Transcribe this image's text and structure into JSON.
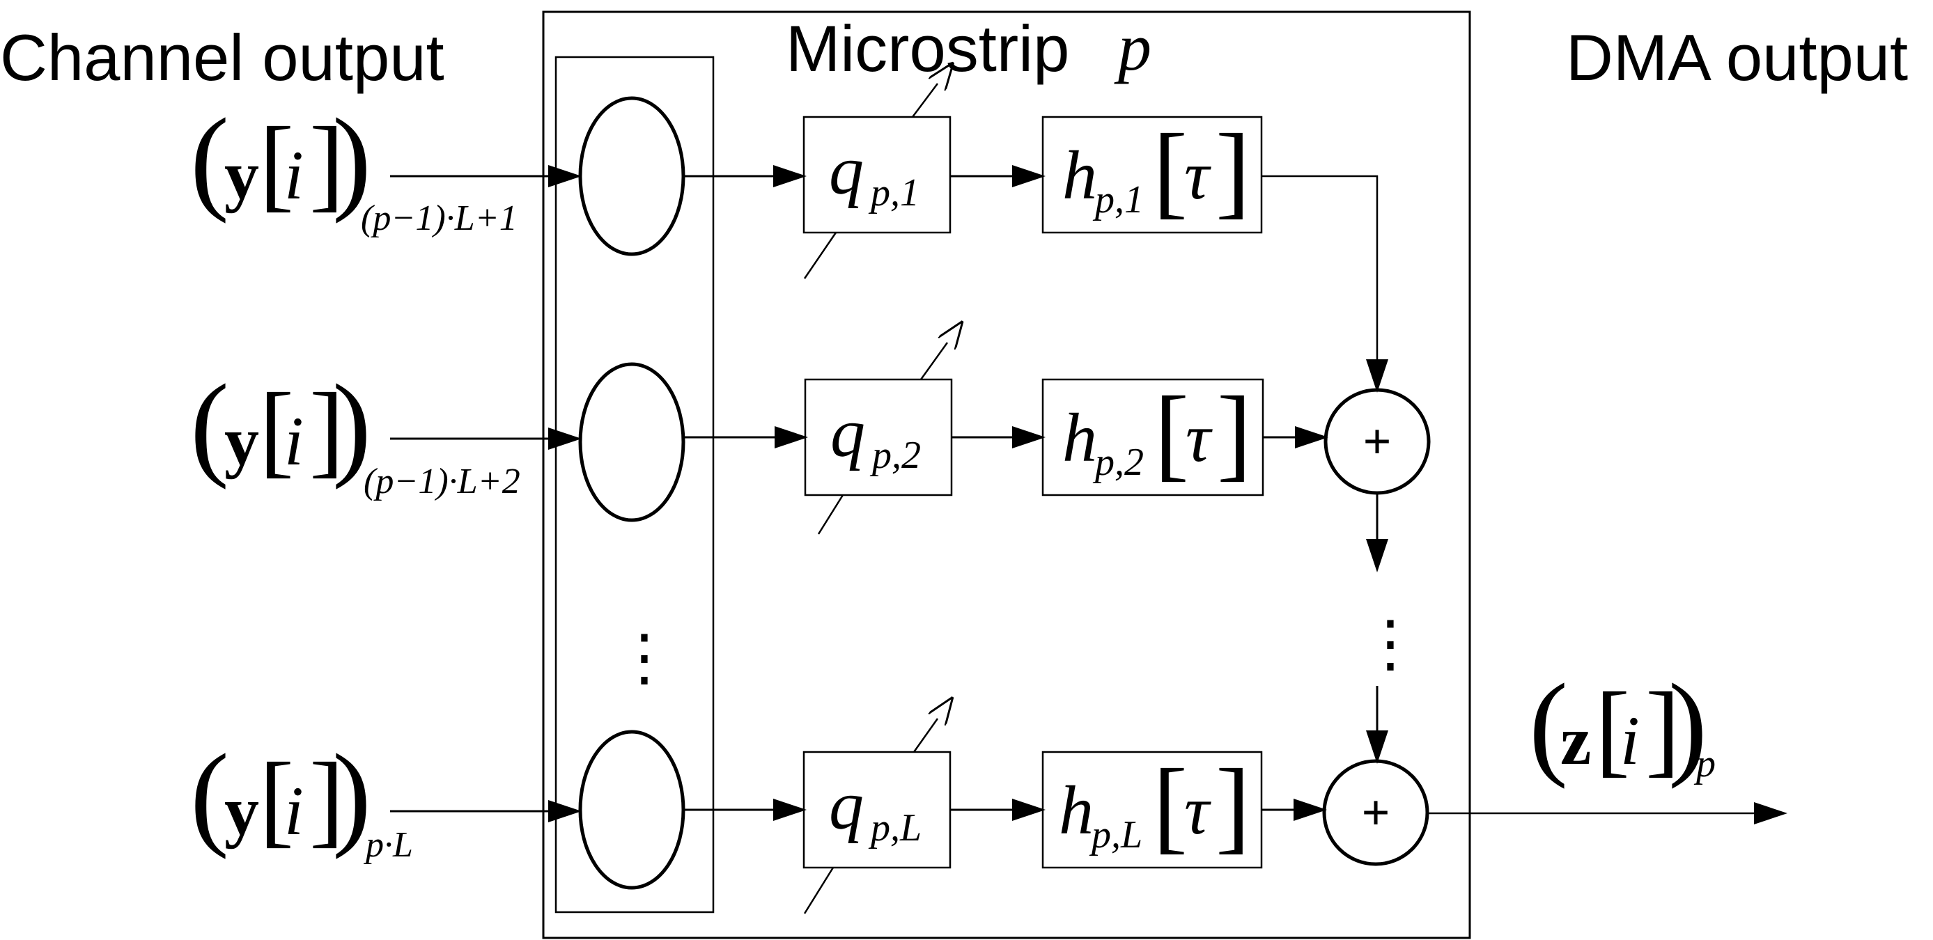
{
  "labels": {
    "channel_output": "Channel output",
    "microstrip": "Microstrip",
    "microstrip_index": "p",
    "dma_output": "DMA output"
  },
  "inputs": [
    {
      "vector": "y",
      "index": "i",
      "subscript": "(p−1)·L+1"
    },
    {
      "vector": "y",
      "index": "i",
      "subscript": "(p−1)·L+2"
    },
    {
      "vector": "y",
      "index": "i",
      "subscript": "p·L"
    }
  ],
  "q_blocks": [
    {
      "symbol": "q",
      "subscript": "p,1"
    },
    {
      "symbol": "q",
      "subscript": "p,2"
    },
    {
      "symbol": "q",
      "subscript": "p,L"
    }
  ],
  "h_blocks": [
    {
      "symbol": "h",
      "subscript": "p,1",
      "argument": "τ"
    },
    {
      "symbol": "h",
      "subscript": "p,2",
      "argument": "τ"
    },
    {
      "symbol": "h",
      "subscript": "p,L",
      "argument": "τ"
    }
  ],
  "adder_symbol": "+",
  "output": {
    "vector": "z",
    "index": "i",
    "subscript": "p"
  },
  "ellipsis": "⋮"
}
